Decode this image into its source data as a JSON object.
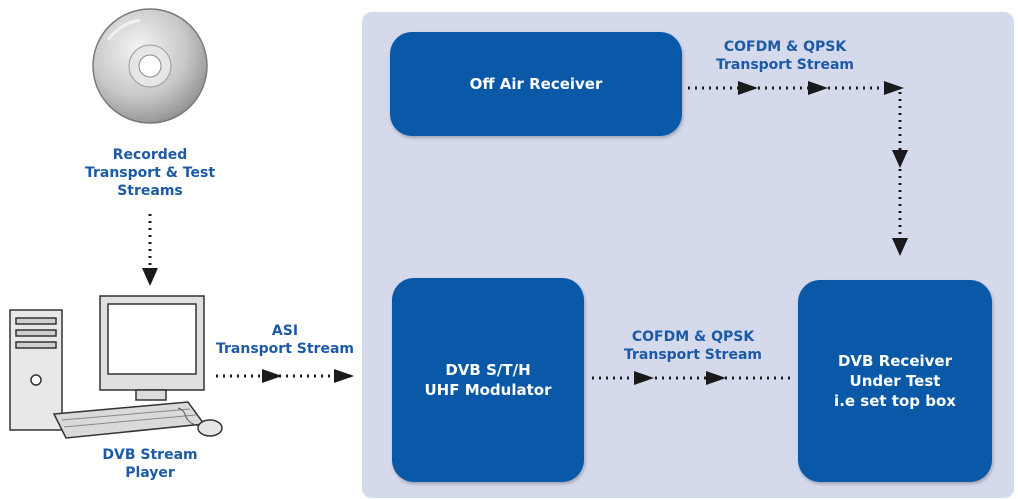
{
  "source": {
    "label": "Recorded\nTransport & Test\nStreams",
    "icon": "cd-disc-icon"
  },
  "player": {
    "label": "DVB Stream\nPlayer",
    "icon": "desktop-computer-icon"
  },
  "links": {
    "asi": "ASI\nTransport Stream",
    "cofdm_top": "COFDM & QPSK\nTransport Stream",
    "cofdm_bottom": "COFDM & QPSK\nTransport Stream"
  },
  "boxes": {
    "off_air": "Off Air Receiver",
    "modulator": "DVB S/T/H\nUHF Modulator",
    "receiver": "DVB Receiver\nUnder Test\ni.e set top box"
  },
  "colors": {
    "box": "#0a58a8",
    "panel": "#d4d9ec",
    "label": "#1c5aa6"
  }
}
